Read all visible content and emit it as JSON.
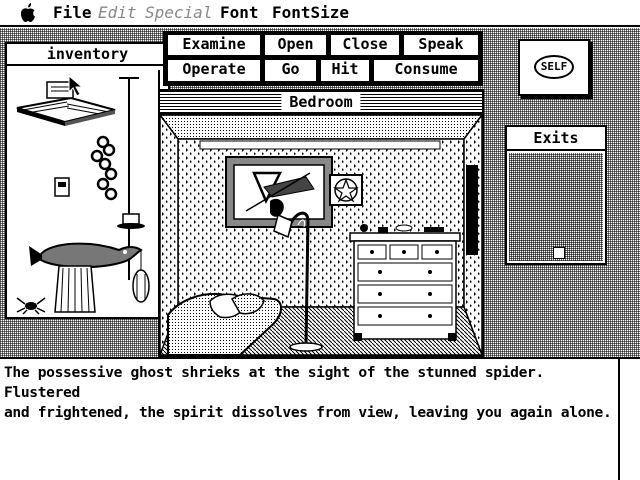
{
  "menubar": {
    "items": [
      {
        "label": "File",
        "enabled": true
      },
      {
        "label": "Edit",
        "enabled": false
      },
      {
        "label": "Special",
        "enabled": false
      },
      {
        "label": "Font",
        "enabled": true
      },
      {
        "label": "FontSize",
        "enabled": true
      }
    ]
  },
  "inventory": {
    "title": "inventory"
  },
  "commands": {
    "examine": "Examine",
    "open": "Open",
    "close": "Close",
    "speak": "Speak",
    "operate": "Operate",
    "go": "Go",
    "hit": "Hit",
    "consume": "Consume"
  },
  "scene": {
    "title": "Bedroom"
  },
  "self": {
    "label": "SELF"
  },
  "exits": {
    "title": "Exits"
  },
  "narration": {
    "text": "The possessive ghost shrieks at the sight of the stunned spider.  Flustered\nand frightened, the spirit dissolves from view, leaving you again alone."
  }
}
